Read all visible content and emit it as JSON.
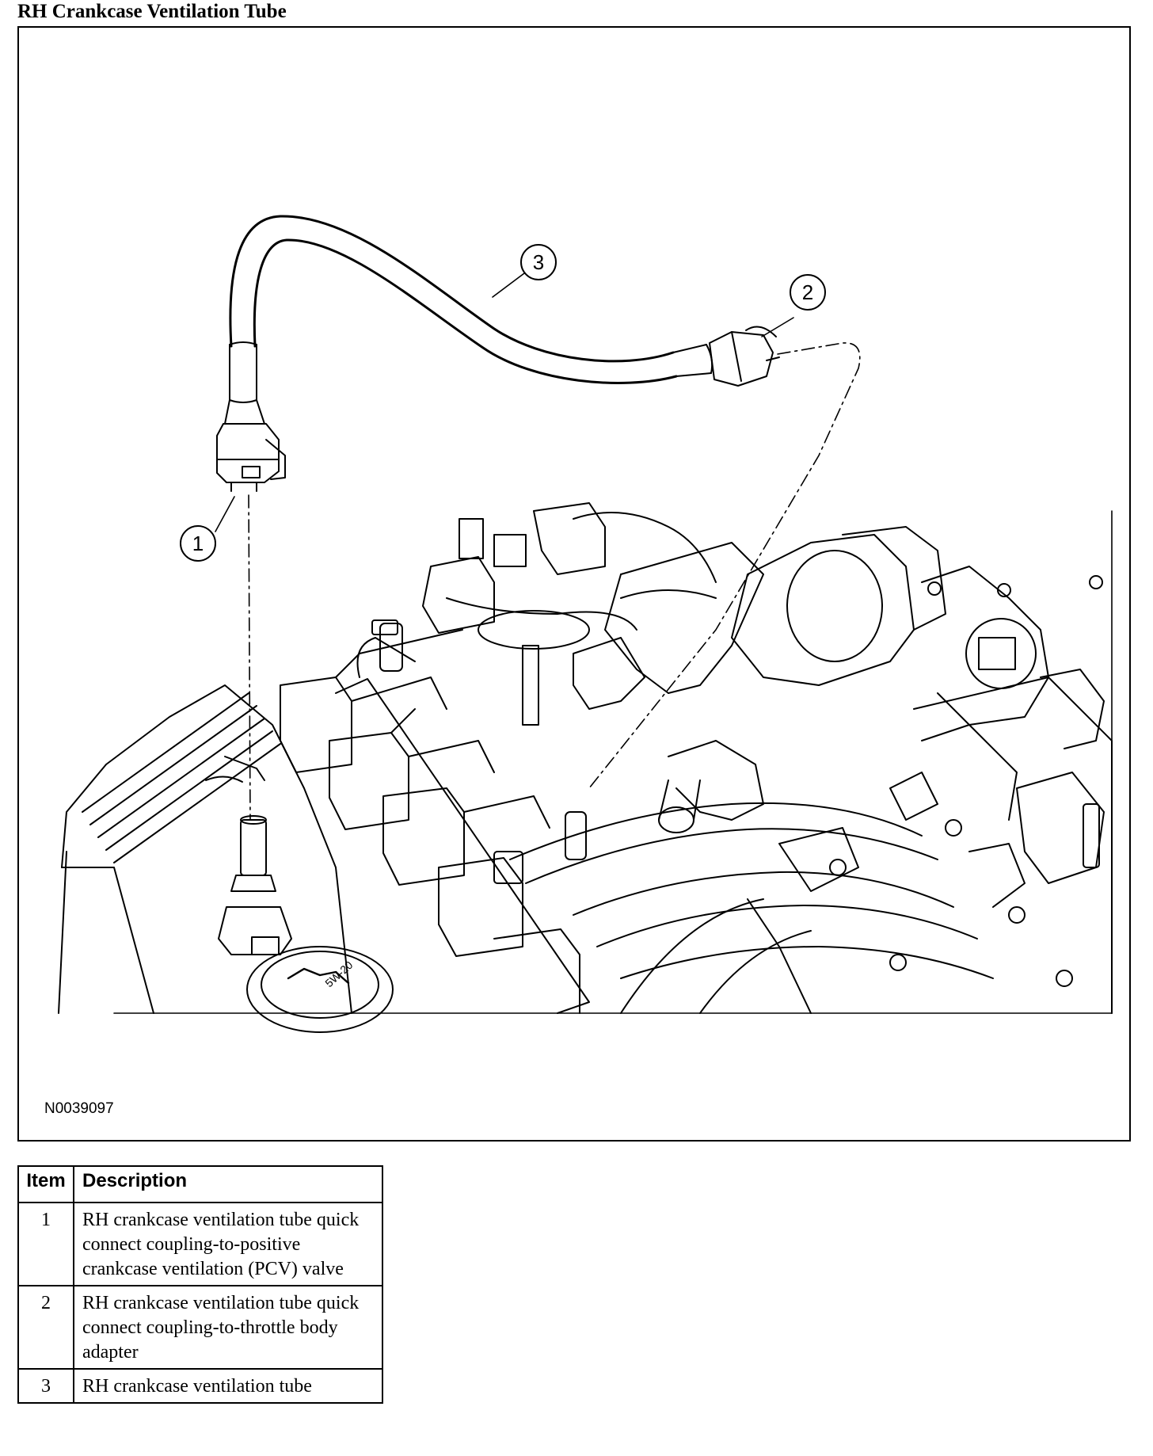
{
  "title": "RH Crankcase Ventilation Tube",
  "figure_id": "N0039097",
  "callouts": [
    {
      "number": "1"
    },
    {
      "number": "2"
    },
    {
      "number": "3"
    }
  ],
  "decals": {
    "oil_cap": "5W-20"
  },
  "table": {
    "headers": [
      "Item",
      "Description"
    ],
    "rows": [
      {
        "item": "1",
        "description": "RH crankcase ventilation tube quick connect coupling-to-positive crankcase ventilation (PCV) valve"
      },
      {
        "item": "2",
        "description": "RH crankcase ventilation tube quick connect coupling-to-throttle body adapter"
      },
      {
        "item": "3",
        "description": "RH crankcase ventilation tube"
      }
    ]
  }
}
